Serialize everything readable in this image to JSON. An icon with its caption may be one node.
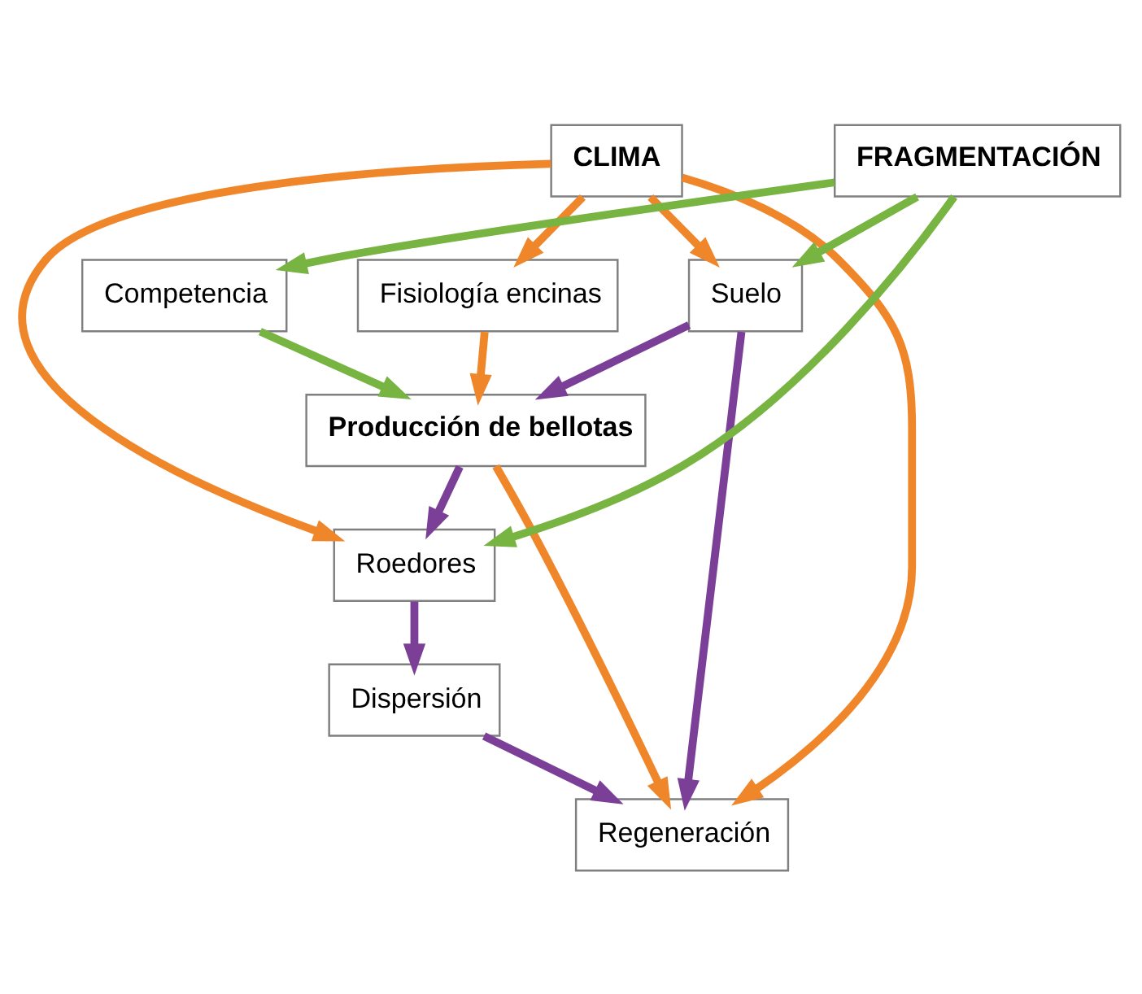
{
  "diagram": {
    "nodes": [
      {
        "text": [
          "CLIMA"
        ]
      },
      {
        "text": [
          "Fisiología encinas"
        ]
      },
      {
        "text": [
          "Competencia"
        ]
      },
      {
        "text": [
          "Suelo"
        ]
      },
      {
        "text": [
          "Producción de bellotas"
        ]
      },
      {
        "text": [
          "Roedores"
        ]
      },
      {
        "text": [
          "Dispersión"
        ]
      },
      {
        "text": [
          "Regeneración"
        ]
      },
      {
        "text": [
          "FRAGMENTACIÓN"
        ]
      }
    ],
    "edges": [
      {
        "from": 0,
        "to": 1,
        "arrow": "to"
      },
      {
        "from": 0,
        "to": 5,
        "arrow": "to"
      },
      {
        "from": 0,
        "to": 7,
        "arrow": "to"
      },
      {
        "from": 0,
        "to": 3,
        "arrow": "to"
      },
      {
        "from": 1,
        "to": 4,
        "arrow": "to"
      },
      {
        "from": 2,
        "to": 4,
        "arrow": "to",
        "color": "#77b442"
      },
      {
        "from": 3,
        "to": 4,
        "arrow": "to",
        "color": "#7b3f98"
      },
      {
        "from": 4,
        "to": 5,
        "arrow": "to",
        "color": "#7b3f98"
      },
      {
        "from": 4,
        "to": 7,
        "arrow": "to"
      },
      {
        "from": 3,
        "to": 7,
        "arrow": "to",
        "color": "#7b3f98"
      },
      {
        "from": 5,
        "to": 6,
        "arrow": "to",
        "color": "#7b3f98"
      },
      {
        "from": 6,
        "to": 7,
        "arrow": "to",
        "color": "#7b3f98"
      },
      {
        "from": 8,
        "to": 2,
        "arrow": "to",
        "color": "#77b442"
      },
      {
        "from": 8,
        "to": 5,
        "arrow": "to",
        "color": "#77b442"
      },
      {
        "from": 8,
        "to": 3,
        "arrow": "to",
        "color": "#77b442"
      }
    ]
  }
}
